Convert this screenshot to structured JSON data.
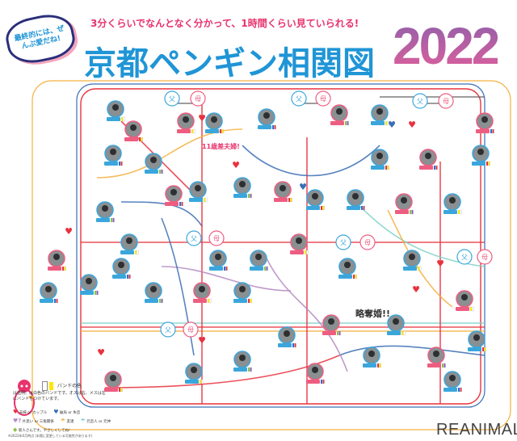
{
  "header": {
    "bubble": "最終的には、ぜんぶ愛だね!",
    "subtitle": "3分くらいでなんとなく分かって、1時間くらい見ていられる!",
    "title": "京都ペンギン相関図",
    "year": "2022"
  },
  "diagram": {
    "parent_labels": {
      "father": "父",
      "mother": "母"
    },
    "annotations": [
      "11歳差夫婦!",
      "略奪婚!!"
    ],
    "colors": {
      "red": "#e8333f",
      "blue": "#3a6fb5",
      "orange": "#f5b041",
      "teal": "#7fd1c9",
      "purple": "#b48ac2",
      "gray": "#666666",
      "male": "#3aa6dc",
      "female": "#ee5d80"
    }
  },
  "legend": {
    "band_title": "バンドの色",
    "band_note": "は透明、は白色のバンドです。オスは右、メスは左にバンドをつけています。",
    "keys": [
      "夫婦 or カップル",
      "破局 or 失恋",
      "片思い or 三角関係",
      "友達",
      "元恋人 or 元仲",
      "新人さんです。やさしくしてね!"
    ]
  },
  "footer": {
    "note": "※2022年6月時点 (本館に変更している可能性があります)",
    "watermark": "REANIMAL"
  }
}
